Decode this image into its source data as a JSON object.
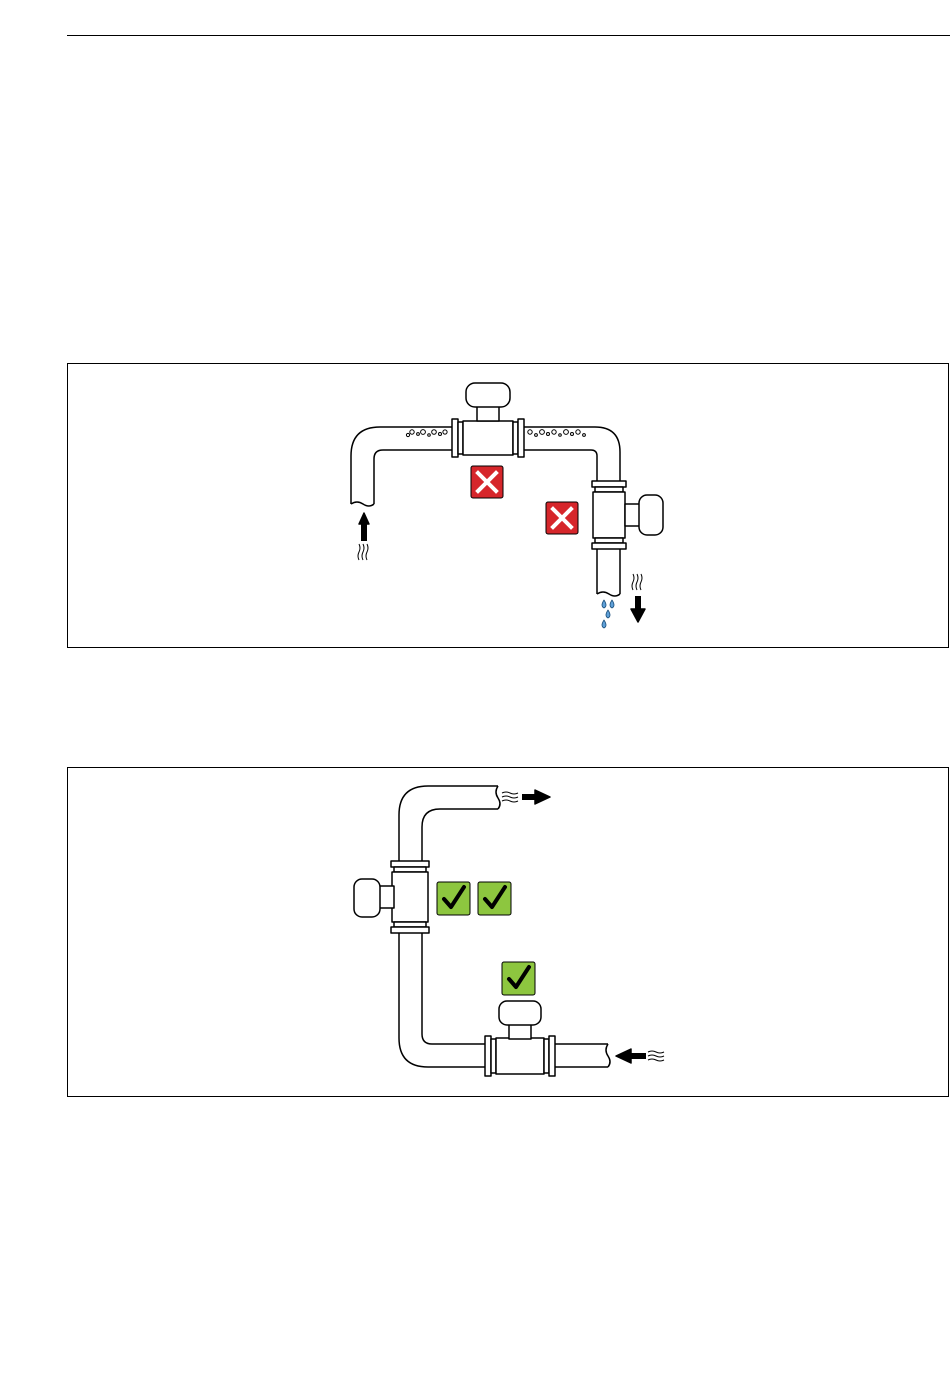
{
  "page": {
    "background": "#ffffff"
  },
  "figures": [
    {
      "id": "incorrect-installation",
      "verdict": "incorrect",
      "symbols": [
        "cross-mark-icon",
        "cross-mark-icon"
      ],
      "colors": {
        "mark": "#d6262b",
        "water": "#5fa0d8"
      }
    },
    {
      "id": "correct-installation",
      "verdict": "correct",
      "symbols": [
        "check-mark-icon",
        "check-mark-icon",
        "check-mark-icon"
      ],
      "colors": {
        "mark": "#8dc63f"
      }
    }
  ]
}
